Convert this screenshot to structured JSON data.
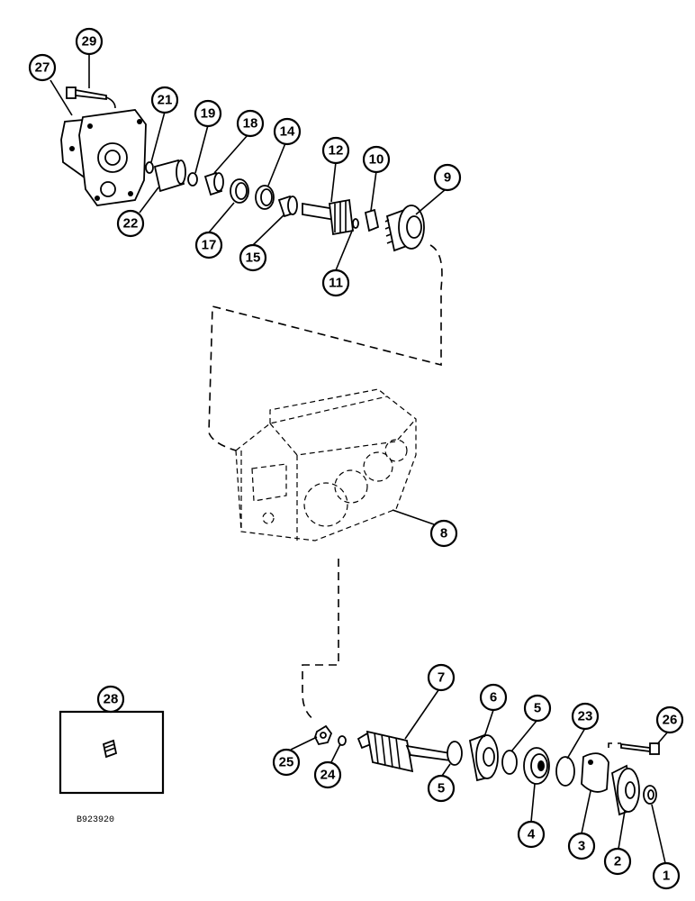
{
  "drawing": {
    "reference_code": "B923920"
  },
  "callouts": [
    {
      "id": "1",
      "label": "1"
    },
    {
      "id": "2",
      "label": "2"
    },
    {
      "id": "3",
      "label": "3"
    },
    {
      "id": "4",
      "label": "4"
    },
    {
      "id": "5a",
      "label": "5"
    },
    {
      "id": "5b",
      "label": "5"
    },
    {
      "id": "6",
      "label": "6"
    },
    {
      "id": "7",
      "label": "7"
    },
    {
      "id": "8",
      "label": "8"
    },
    {
      "id": "9",
      "label": "9"
    },
    {
      "id": "10",
      "label": "10"
    },
    {
      "id": "11",
      "label": "11"
    },
    {
      "id": "12",
      "label": "12"
    },
    {
      "id": "14",
      "label": "14"
    },
    {
      "id": "15",
      "label": "15"
    },
    {
      "id": "17",
      "label": "17"
    },
    {
      "id": "18",
      "label": "18"
    },
    {
      "id": "19",
      "label": "19"
    },
    {
      "id": "21",
      "label": "21"
    },
    {
      "id": "22",
      "label": "22"
    },
    {
      "id": "23",
      "label": "23"
    },
    {
      "id": "24",
      "label": "24"
    },
    {
      "id": "25",
      "label": "25"
    },
    {
      "id": "26",
      "label": "26"
    },
    {
      "id": "27",
      "label": "27"
    },
    {
      "id": "28",
      "label": "28"
    },
    {
      "id": "29",
      "label": "29"
    }
  ]
}
